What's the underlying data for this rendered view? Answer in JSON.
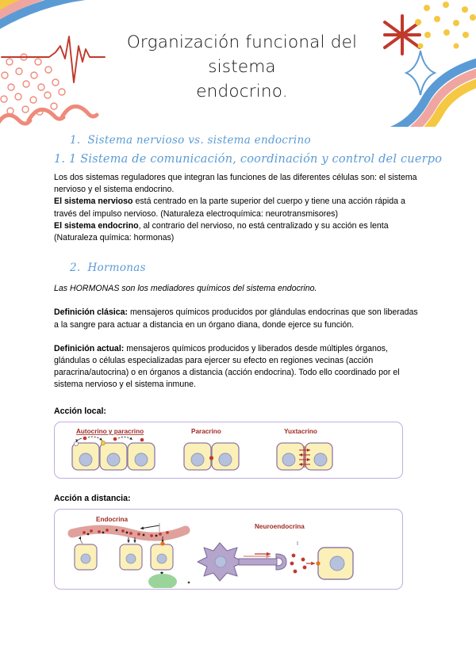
{
  "document": {
    "title_line1": "Organización funcional del sistema",
    "title_line2": "endocrino."
  },
  "header_decor": {
    "arc_colors": [
      "#f4c842",
      "#f0a6a0",
      "#5b9bd5"
    ],
    "wave_colors": [
      "#5b9bd5",
      "#f0a6a0",
      "#f4c842"
    ],
    "dot_color": "#f4c842",
    "circle_pattern_color": "#ef8a7a",
    "heartbeat_color": "#c0392b",
    "star_color": "#c0392b",
    "diamond_color": "#5b9bd5",
    "scallop_color": "#ef8a7a"
  },
  "sections": {
    "s1": {
      "number": "1.",
      "title": "Sistema nervioso vs. sistema endocrino"
    },
    "s1_1": {
      "title": "1. 1 Sistema de comunicación, coordinación y control del cuerpo"
    },
    "s2": {
      "number": "2.",
      "title": "Hormonas"
    }
  },
  "body": {
    "p1_a": "Los dos sistemas reguladores que integran las funciones de las diferentes células son:  el sistema nervioso y el sistema endocrino.",
    "p1_b_bold": "El sistema nervioso",
    "p1_b_rest": " está centrado en la parte superior del cuerpo y tiene una acción rápida a través del impulso nervioso.  (Naturaleza electroquímica: neurotransmisores)",
    "p1_c_bold": "El sistema endocrino",
    "p1_c_rest": ", al contrario del nervioso, no está centralizado y su acción es lenta (Naturaleza química: hormonas)",
    "p2_italic": "Las HORMONAS son los mediadores químicos del sistema endocrino.",
    "p3_bold": "Definición clásica:",
    "p3_rest": " mensajeros químicos producidos por glándulas endocrinas que son liberadas a la sangre para actuar a distancia en un órgano diana, donde ejerce su función.",
    "p4_bold": "Definición actual:",
    "p4_rest": " mensajeros químicos producidos y liberados desde múltiples órganos, glándulas o células especializadas para ejercer su efecto en regiones vecinas (acción paracrina/autocrina)  o en órganos a distancia (acción endocrina). Todo ello coordinado por el sistema nervioso y el sistema inmune.",
    "label_local": "Acción local:",
    "label_distancia": "Acción a distancia:"
  },
  "figure_local": {
    "captions": {
      "autocrino": "Autocrino y paracrino",
      "paracrino": "Paracrino",
      "yuxtacrino": "Yuxtacrino"
    },
    "colors": {
      "cell_fill": "#fbf0b8",
      "cell_stroke": "#8e7aa8",
      "nucleus_fill": "#b6c1dd",
      "nucleus_stroke": "#8e96b4",
      "signal": "#c0392b",
      "arrow": "#333333",
      "border": "#bfaede"
    }
  },
  "figure_distancia": {
    "captions": {
      "endocrina": "Endocrina",
      "neuroendocrina": "Neuroendocrina"
    },
    "colors": {
      "vessel_fill": "#e9a9a3",
      "vessel_stroke": "#c98c86",
      "cell_fill": "#fbf0b8",
      "cell_stroke": "#8e7aa8",
      "nucleus_fill": "#b6c1dd",
      "organ_fill": "#9ad49a",
      "neuron_fill": "#b5a5cc",
      "neuron_stroke": "#7d6b9b",
      "hormone": "#c0392b",
      "border": "#bfaede"
    }
  }
}
